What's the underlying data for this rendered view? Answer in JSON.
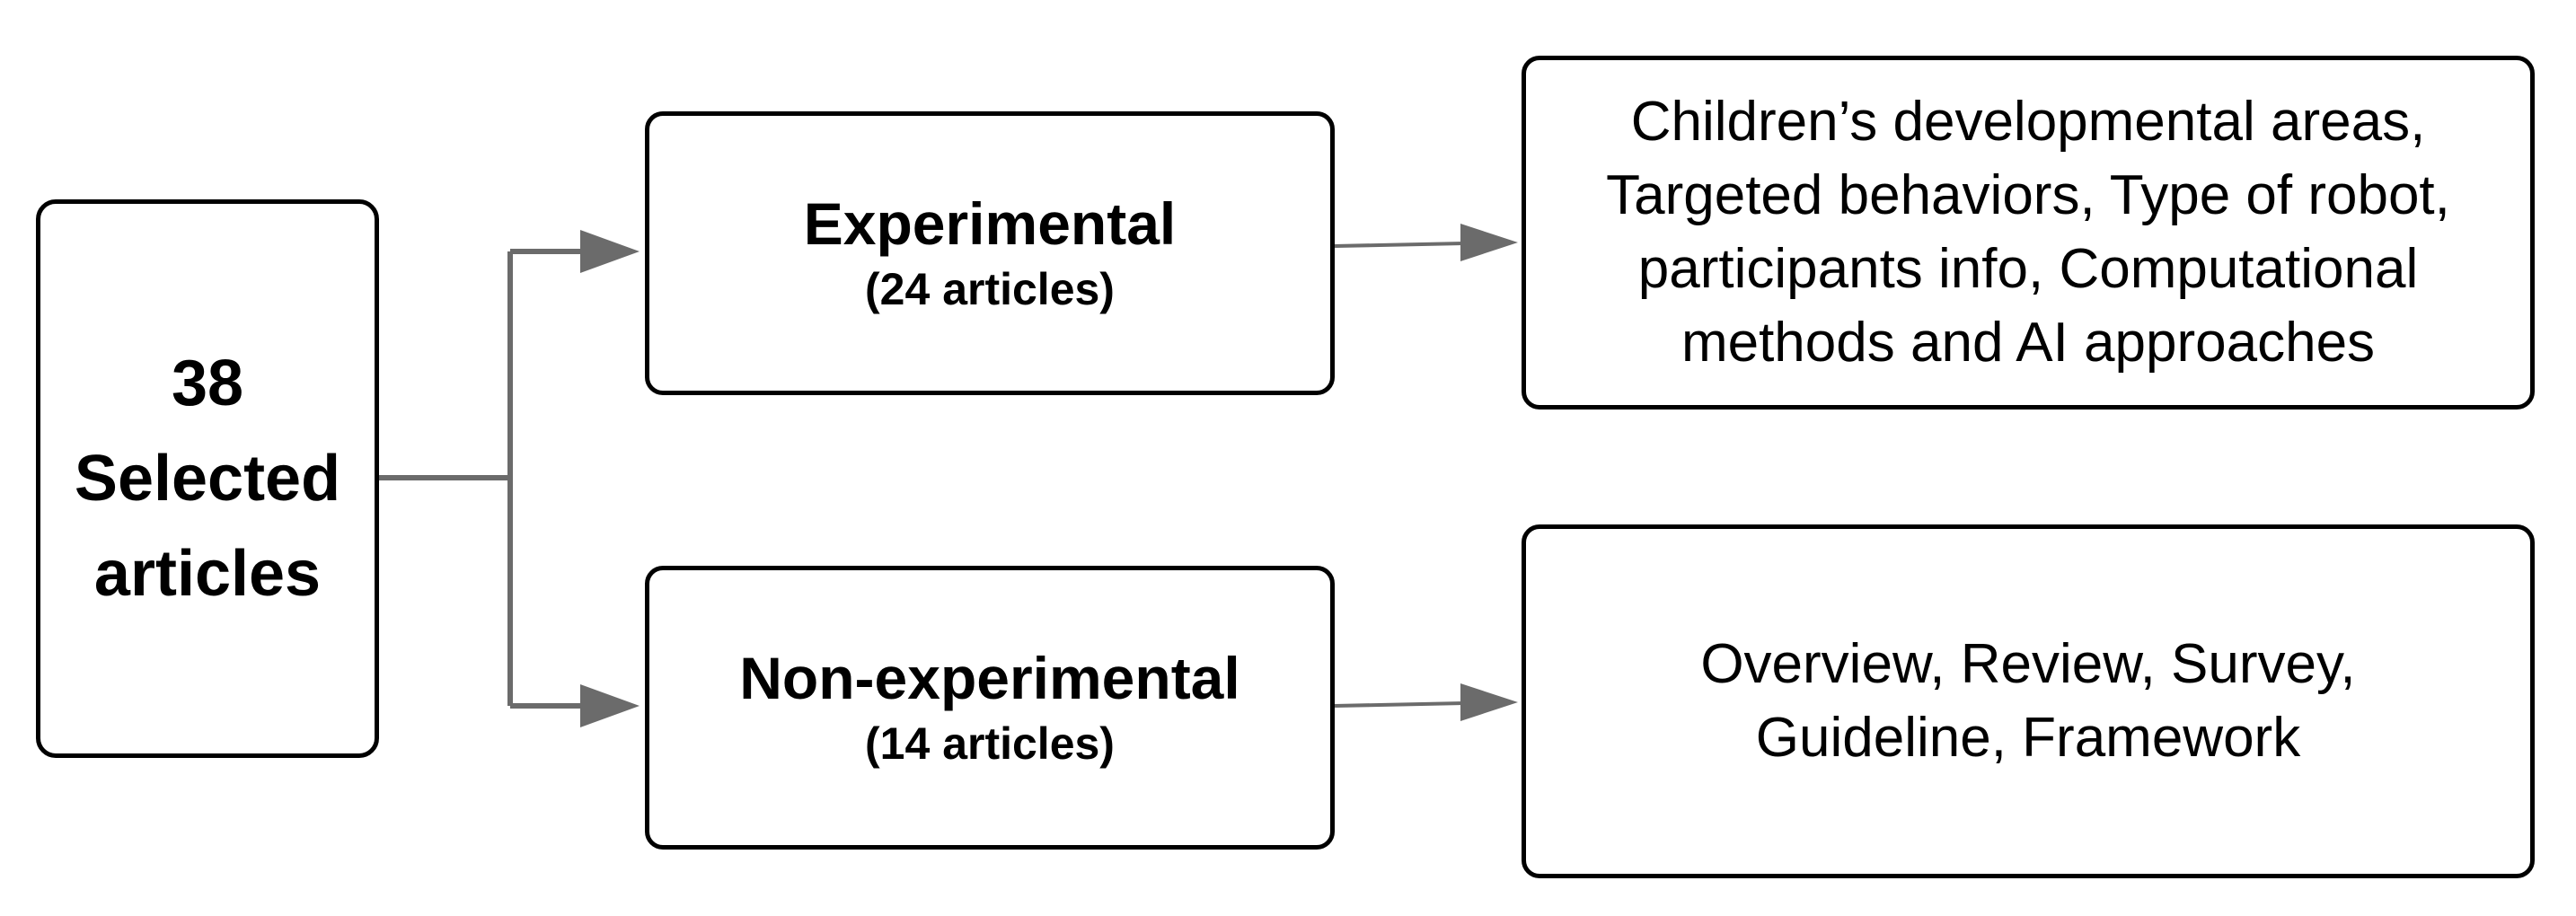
{
  "root": {
    "lines": [
      "38",
      "Selected",
      "articles"
    ]
  },
  "experimental": {
    "title": "Experimental",
    "count": "(24 articles)",
    "details": [
      "Children’s developmental areas,",
      "Targeted behaviors, Type of robot,",
      "participants info, Computational",
      "methods and AI approaches"
    ]
  },
  "non_experimental": {
    "title": "Non-experimental",
    "count": "(14 articles)",
    "details": [
      "Overview, Review, Survey,",
      "Guideline, Framework"
    ]
  },
  "colors": {
    "box_border": "#000000",
    "connector": "#6b6b6b",
    "background": "#ffffff"
  }
}
